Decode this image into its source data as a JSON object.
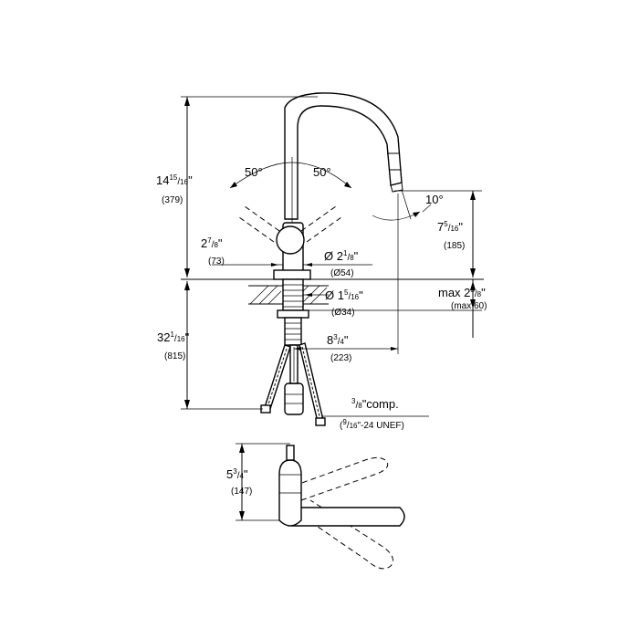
{
  "dimensions": {
    "total_height": {
      "whole": "14",
      "num": "15",
      "den": "16",
      "unit": "\"",
      "mm": "(379)"
    },
    "spout_height": {
      "whole": "7",
      "num": "5",
      "den": "16",
      "unit": "\"",
      "mm": "(185)"
    },
    "base_height": {
      "whole": "2",
      "num": "7",
      "den": "8",
      "unit": "\"",
      "mm": "(73)"
    },
    "base_diameter": {
      "prefix": "Ø",
      "whole": "2",
      "num": "1",
      "den": "8",
      "unit": "\"",
      "mm": "(Ø54)"
    },
    "hole_diameter": {
      "prefix": "Ø",
      "whole": "1",
      "num": "5",
      "den": "16",
      "unit": "\"",
      "mm": "(Ø34)"
    },
    "max_deck": {
      "prefix": "max ",
      "whole": "2",
      "num": "3",
      "den": "8",
      "unit": "\"",
      "mm": "(max 60)"
    },
    "below_deck": {
      "whole": "32",
      "num": "1",
      "den": "16",
      "unit": "\"",
      "mm": "(815)"
    },
    "reach": {
      "whole": "8",
      "num": "3",
      "den": "4",
      "unit": "\"",
      "mm": "(223)"
    },
    "handle_side": {
      "whole": "5",
      "num": "3",
      "den": "4",
      "unit": "\"",
      "mm": "(147)"
    }
  },
  "angles": {
    "left": "50°",
    "right": "50°",
    "spray": "10°"
  },
  "connection": {
    "size_num": "3",
    "size_den": "8",
    "label": "\"comp.",
    "thread_open": "(",
    "thread_num": "9",
    "thread_den": "16",
    "thread_rest": "\"-24 UNEF)"
  }
}
